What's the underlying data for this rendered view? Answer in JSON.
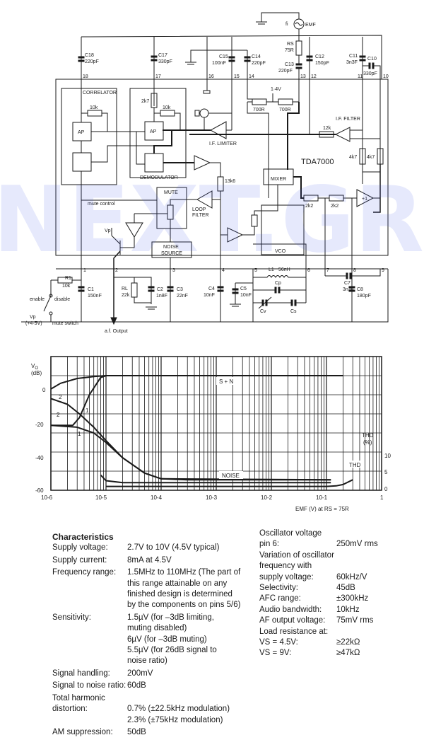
{
  "schematic": {
    "ic_name": "TDA7000",
    "blocks": {
      "correlator": "CORRELATOR",
      "demodulator": "DEMODULATOR",
      "if_limiter": "I.F. LIMITER",
      "if_filter": "I.F. FILTER",
      "mixer": "MIXER",
      "mute": "MUTE",
      "noise_source_1": "NOISE",
      "noise_source_2": "SOURCE",
      "loop_filter_1": "LOOP",
      "loop_filter_2": "FILTER",
      "vco": "VCO",
      "ap": "AP",
      "buffer": "+1"
    },
    "source": {
      "label_fi": "fi",
      "label_emf": "EMF",
      "rs_name": "RS",
      "rs_value": "75R"
    },
    "components": {
      "C18": {
        "name": "C18",
        "value": "220pF"
      },
      "C17": {
        "name": "C17",
        "value": "330pF"
      },
      "C15": {
        "name": "C15",
        "value": "100nF"
      },
      "C14": {
        "name": "C14",
        "value": "220pF"
      },
      "C13": {
        "name": "C13",
        "value": "220pF"
      },
      "C12": {
        "name": "C12",
        "value": "150pF"
      },
      "C11": {
        "name": "C11",
        "value": "3n3F"
      },
      "C10": {
        "name": "C10",
        "value": "330pF"
      },
      "C1": {
        "name": "C1",
        "value": "150nF"
      },
      "C2": {
        "name": "C2",
        "value": "1n8F"
      },
      "C3": {
        "name": "C3",
        "value": "22nF"
      },
      "C4": {
        "name": "C4",
        "value": "10nF"
      },
      "C5": {
        "name": "C5",
        "value": "10nF"
      },
      "C7": {
        "name": "C7",
        "value": "3n3F"
      },
      "C8": {
        "name": "C8",
        "value": "180pF"
      },
      "R1": {
        "name": "R1",
        "value": "10k"
      },
      "RL": {
        "name": "RL",
        "value": "22k"
      },
      "L1": {
        "name": "L1",
        "value": "56nH"
      },
      "Cp": "Cp",
      "Cv": "Cv",
      "Cs": "Cs",
      "r_10k_a": "10k",
      "r_10k_b": "10k",
      "r_2k7": "2k7",
      "r_700r_a": "700R",
      "r_700r_b": "700R",
      "r_12k": "12k",
      "r_4k7_a": "4k7",
      "r_4k7_b": "4k7",
      "r_13k6": "13k6",
      "r_2k2_a": "2k2",
      "r_2k2_b": "2k2",
      "bias": "1·4V"
    },
    "pins": [
      "18",
      "17",
      "16",
      "15",
      "14",
      "13",
      "12",
      "11",
      "10",
      "1",
      "2",
      "3",
      "4",
      "5",
      "6",
      "7",
      "8",
      "9"
    ],
    "labels": {
      "mute_control": "mute control",
      "vp": "Vp",
      "vp_supply": "Vp",
      "vp_supply_value": "(+4·5V)",
      "enable": "enable",
      "disable": "disable",
      "mute_switch": "mute switch",
      "af_output": "a.f. Output"
    }
  },
  "watermark": "NEXT.GR",
  "chart_data": {
    "type": "line",
    "title": "",
    "xlabel": "EMF (V) at RS = 75R",
    "ylabel": "Vo (dB)",
    "ylabel_right": "THD (%)",
    "xscale": "log",
    "xlim": [
      1e-06,
      1
    ],
    "ylim": [
      -60,
      10
    ],
    "x_tick_labels": [
      "10-6",
      "10-5",
      "10-4",
      "10-3",
      "10-2",
      "10-1",
      "1"
    ],
    "y_tick_labels": [
      "0",
      "-20",
      "-40",
      "-60"
    ],
    "y2_tick_labels": [
      "0",
      "5",
      "10"
    ],
    "y2lim": [
      0,
      25
    ],
    "grid": true,
    "series": [
      {
        "name": "S+N (1)",
        "x": [
          1e-06,
          2.5e-06,
          3.3e-06,
          5e-06,
          8e-06,
          1e-05,
          0.0001,
          0.2
        ],
        "y": [
          -26,
          -26,
          -22,
          -10,
          -1,
          0,
          0,
          0
        ]
      },
      {
        "name": "S+N (2)",
        "x": [
          1e-06,
          1.5e-06,
          3e-06,
          6e-06,
          1e-05,
          0.0001,
          0.2
        ],
        "y": [
          -7,
          -4,
          -1.5,
          -0.5,
          0,
          0,
          0
        ]
      },
      {
        "name": "NOISE (1)",
        "x": [
          1e-06,
          3e-06,
          6e-06,
          1e-05,
          2e-05,
          5e-05,
          0.0001,
          0.0003,
          0.12
        ],
        "y": [
          -26,
          -27,
          -30,
          -35,
          -43,
          -51,
          -54,
          -54.5,
          -54.5
        ]
      },
      {
        "name": "NOISE (2)",
        "x": [
          1e-06,
          2e-06,
          3.3e-06,
          6e-06,
          1e-05,
          2e-05,
          5e-05,
          0.0001,
          0.12
        ],
        "y": [
          -12,
          -15,
          -20,
          -27,
          -34,
          -43,
          -51,
          -54,
          -54.5
        ]
      },
      {
        "name": "NOISE (muted)",
        "x": [
          8e-06,
          1e-05,
          2e-05,
          0.0001,
          0.12
        ],
        "y": [
          -52,
          -55,
          -56,
          -56,
          -56
        ]
      },
      {
        "name": "THD",
        "axis": "right",
        "x": [
          1e-05,
          0.001,
          0.1,
          0.15,
          0.2,
          0.3
        ],
        "y": [
          2,
          2,
          2,
          2.3,
          3,
          5.5
        ]
      }
    ],
    "annotations": [
      "S + N",
      "NOISE",
      "THD",
      "1",
      "2"
    ]
  },
  "characteristics": {
    "heading": "Characteristics",
    "left": [
      {
        "label": "Supply voltage:",
        "value": [
          "2.7V to 10V (4.5V typical)"
        ]
      },
      {
        "label": "Supply current:",
        "value": [
          "8mA at 4.5V"
        ]
      },
      {
        "label": "Frequency range:",
        "value": [
          "1.5MHz to 110MHz (The part of",
          "this range attainable on any",
          "finished design is determined",
          "by the components on pins 5/6)"
        ]
      },
      {
        "label": "Sensitivity:",
        "value": [
          "1.5µV (for –3dB limiting,",
          "muting disabled)",
          "6µV (for –3dB muting)",
          "5.5µV (for 26dB signal to",
          "noise ratio)"
        ]
      },
      {
        "label": "Signal handling:",
        "value": [
          "200mV"
        ]
      },
      {
        "label": "Signal to noise ratio:",
        "value": [
          "60dB"
        ]
      },
      {
        "label": "Total harmonic",
        "label2": "distortion:",
        "value": [
          "0.7% (±22.5kHz modulation)",
          "2.3% (±75kHz modulation)"
        ]
      },
      {
        "label": "AM suppression:",
        "value": [
          "50dB"
        ]
      }
    ],
    "right": [
      {
        "label": "Oscillator voltage",
        "value": ""
      },
      {
        "label": "pin 6:",
        "value": "250mV rms"
      },
      {
        "label": "Variation of oscillator",
        "value": ""
      },
      {
        "label": "frequency with",
        "value": ""
      },
      {
        "label": "supply voltage:",
        "value": "60kHz/V"
      },
      {
        "label": "Selectivity:",
        "value": "45dB"
      },
      {
        "label": "AFC range:",
        "value": "±300kHz"
      },
      {
        "label": "Audio bandwidth:",
        "value": "10kHz"
      },
      {
        "label": "AF output voltage:",
        "value": "75mV rms"
      },
      {
        "label": "Load resistance at:",
        "value": ""
      },
      {
        "label": "VS = 4.5V:",
        "value": "≥22kΩ"
      },
      {
        "label": "VS = 9V:",
        "value": "≥47kΩ"
      }
    ]
  }
}
